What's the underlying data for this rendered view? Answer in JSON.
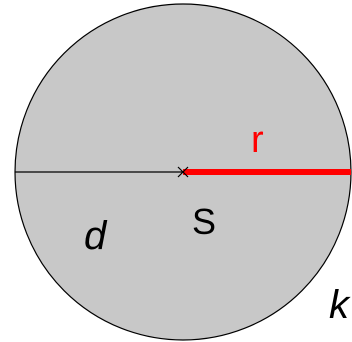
{
  "diagram": {
    "labels": {
      "radius": "r",
      "center": "S",
      "diameter": "d",
      "circle": "k"
    },
    "colors": {
      "disc_fill": "#c8c8c8",
      "outline": "#000000",
      "radius_line": "#ff0000",
      "radius_label": "#ff0000",
      "text": "#000000"
    }
  }
}
